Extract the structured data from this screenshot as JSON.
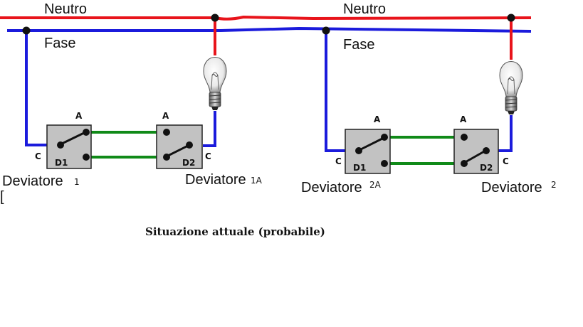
{
  "labels": {
    "neutral_left": "Neutro",
    "neutral_right": "Neutro",
    "phase_left": "Fase",
    "phase_right": "Fase",
    "term_A": "A",
    "term_C": "C",
    "term_D1": "D1",
    "term_D2": "D2",
    "switch_word": "Deviatore",
    "switch_1_id": "1",
    "switch_1A_id": "1A",
    "switch_2A_id": "2A",
    "switch_2_id": "2",
    "stray_bracket": "["
  },
  "caption": "Situazione attuale (probabile)",
  "colors": {
    "neutral": "#e8141b",
    "phase": "#1b1bdc",
    "traveler": "#108a18",
    "switch_body": "#c2c2c2",
    "node": "#111111"
  },
  "icons": [
    "light-bulb-icon",
    "switch-contact-icon"
  ]
}
